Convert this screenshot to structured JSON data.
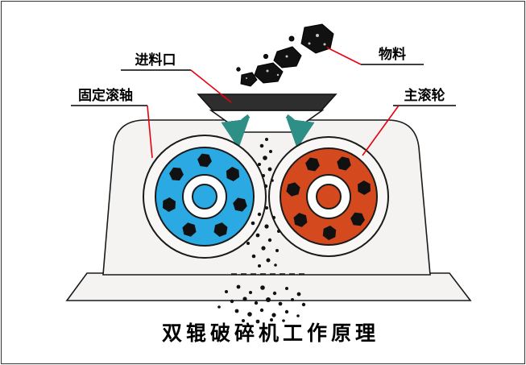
{
  "title": "双辊破碎机工作原理",
  "labels": {
    "feed_inlet": "进料口",
    "material": "物料",
    "fixed_roller": "固定滚轴",
    "main_roller": "主滚轮"
  },
  "colors": {
    "left_roller": "#2BA9E2",
    "right_roller": "#D5491F",
    "label_line": "#E8000D",
    "arrow": "#2E8F86",
    "body_fill": "#F4F3F1",
    "rim_fill": "#2E2E2E",
    "outline": "#1A1A1A",
    "particle": "#111111"
  }
}
